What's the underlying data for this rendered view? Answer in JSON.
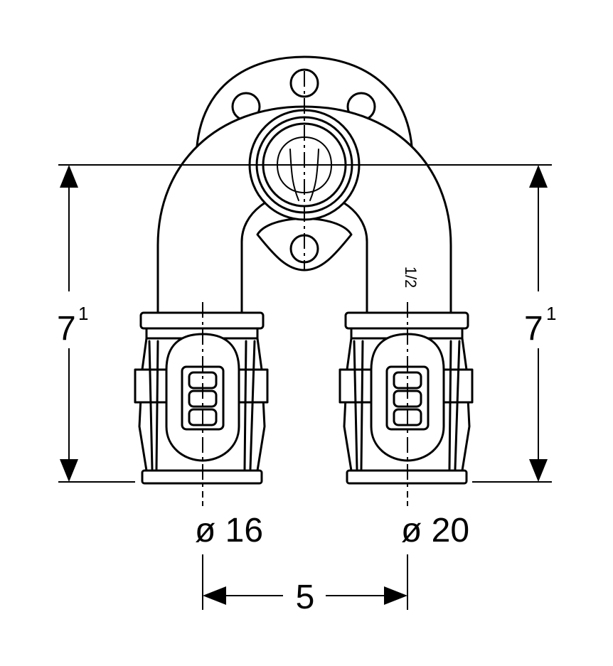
{
  "diagram": {
    "left_height": {
      "value": "7",
      "sup": "1"
    },
    "right_height": {
      "value": "7",
      "sup": "1"
    },
    "left_diameter": "ø 16",
    "right_diameter": "ø 20",
    "spacing": "5",
    "thread_size": "1/2"
  }
}
